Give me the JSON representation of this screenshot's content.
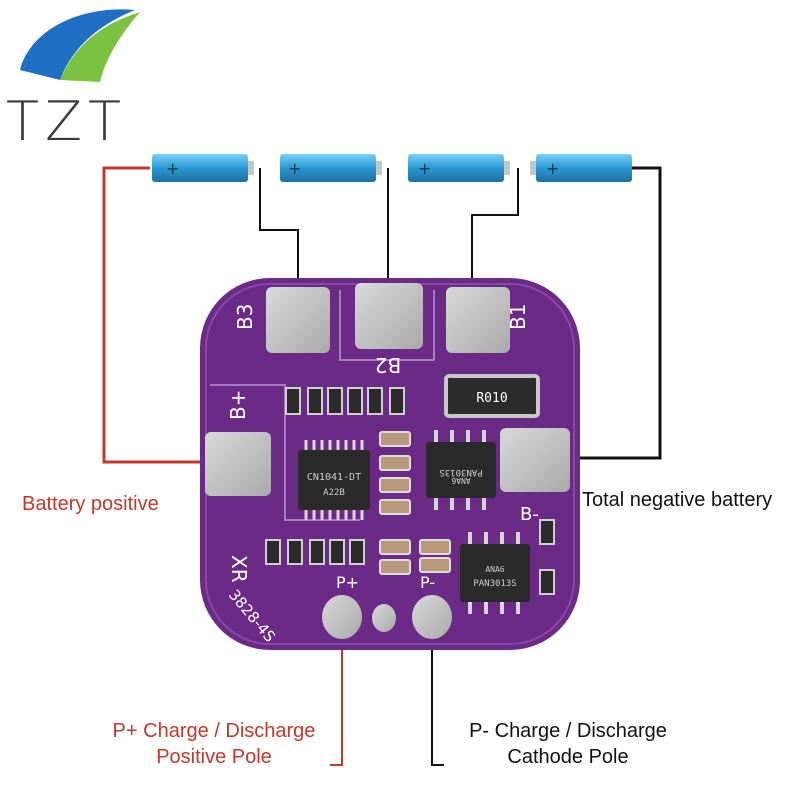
{
  "brand": {
    "name": "TZT"
  },
  "colors": {
    "positive_wire": "#c0392b",
    "negative_wire": "#111111",
    "battery_cell": "#2e9ed6",
    "board": "#6a2a86",
    "pad": "#bdbdbd",
    "logo_blue": "#1f6fc4",
    "logo_green": "#7cc241"
  },
  "battery": {
    "cell_polarity_mark": "+"
  },
  "board": {
    "pads": {
      "b3": "B3",
      "b2": "B2",
      "b1": "B1",
      "bplus": "B+",
      "bminus": "B-",
      "pplus": "P+",
      "pminus": "P-"
    },
    "silkscreen": {
      "brand": "XR",
      "model": "3828-4S"
    },
    "chips": {
      "u1": "CN1041-DT",
      "u1_sub": "A22B",
      "q1": "PAN3013S",
      "q1_sub": "ANA6",
      "q2": "PAN3013S",
      "q2_sub": "ANA6"
    },
    "shunt": "R010"
  },
  "labels": {
    "battery_positive": "Battery positive",
    "total_negative": "Total negative battery",
    "p_plus_line1": "P+ Charge / Discharge",
    "p_plus_line2": "Positive Pole",
    "p_minus_line1": "P- Charge / Discharge",
    "p_minus_line2": "Cathode Pole"
  }
}
